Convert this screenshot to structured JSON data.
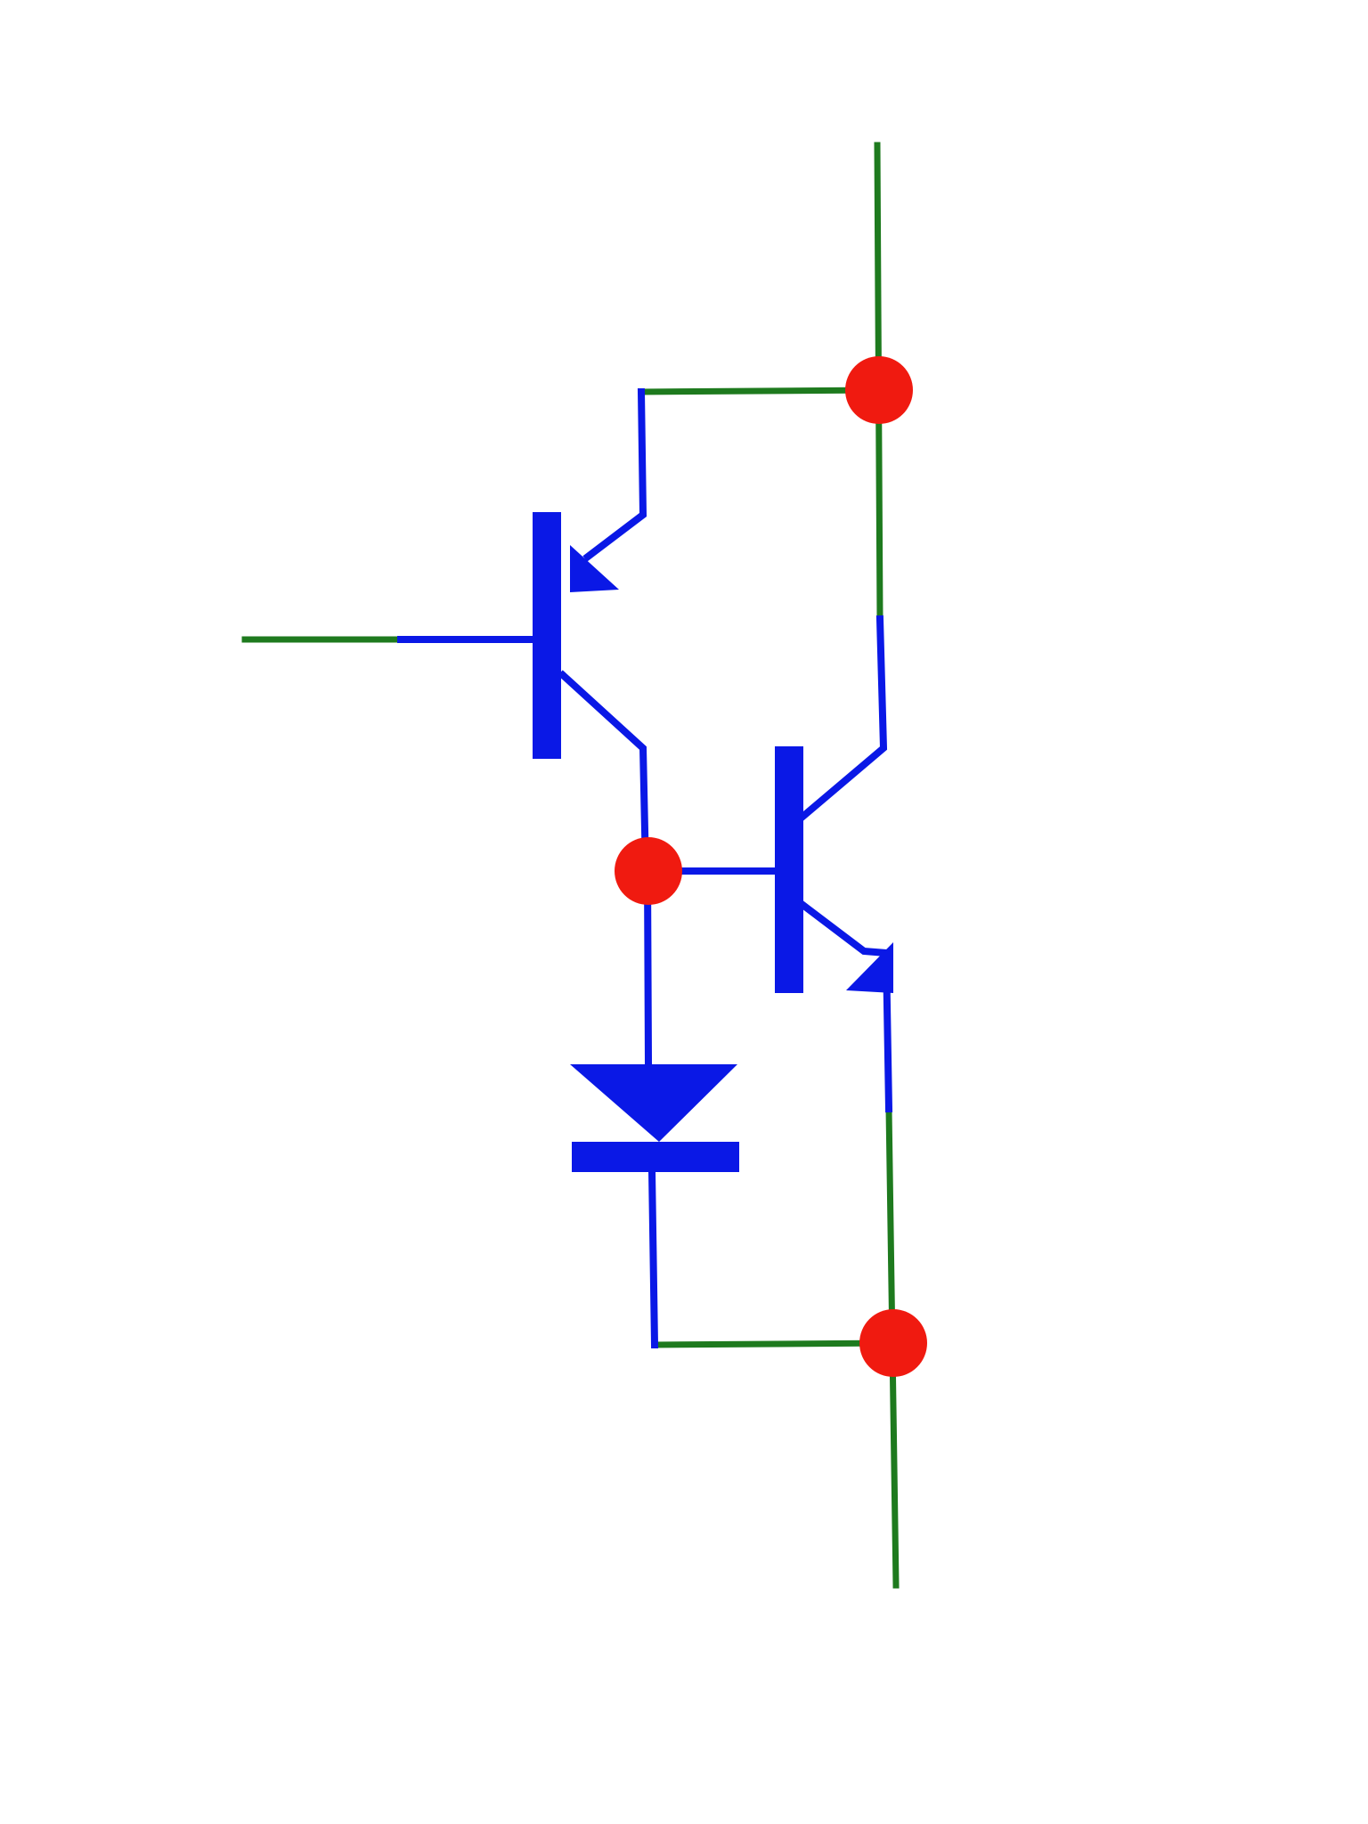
{
  "diagram": {
    "kind": "circuit-schematic",
    "components": [
      {
        "id": "q1",
        "type": "pnp-transistor",
        "icon": "pnp-transistor-icon"
      },
      {
        "id": "q2",
        "type": "npn-transistor",
        "icon": "npn-transistor-icon"
      },
      {
        "id": "d1",
        "type": "diode",
        "icon": "diode-icon"
      }
    ],
    "junctions": [
      "top-right-node",
      "middle-node",
      "bottom-right-node"
    ]
  },
  "colors": {
    "background": "#ffffff",
    "component": "#0a18e6",
    "external_wire": "#1e7a1e",
    "junction": "#f01a10"
  }
}
